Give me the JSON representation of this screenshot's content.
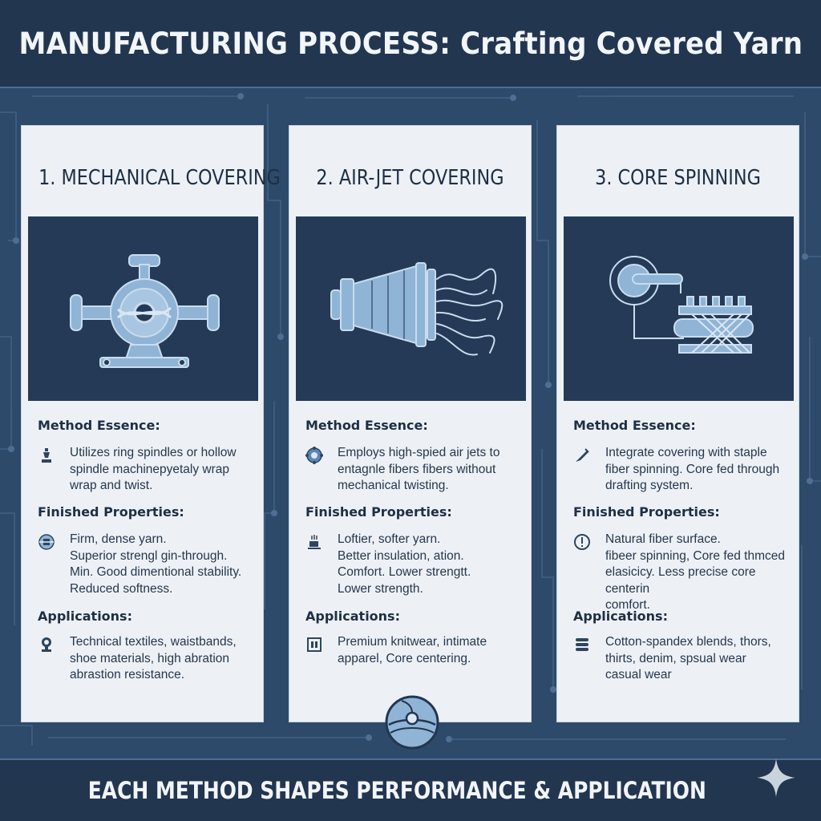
{
  "header": {
    "title": "MANUFACTURING PROCESS: Crafting Covered Yarn"
  },
  "methods": [
    {
      "title": "1. MECHANICAL COVERING",
      "illustration_icon": "spindle-machine-icon",
      "sections": [
        {
          "label": "Method Essence:",
          "icon": "spindle-icon",
          "text": "Utilizes ring spindles or hollow\nspindle machinepyetaly wrap\nwrap and twist."
        },
        {
          "label": "Finished Properties:",
          "icon": "yarn-bobbin-icon",
          "text": "Firm, dense yarn.\nSuperior strengl gin-through.\nMin. Good dimentional stability.\nReduced softness."
        },
        {
          "label": "Applications:",
          "icon": "trophy-icon",
          "text": "Technical textiles, waistbands,\nshoe materials, high abration\nabrastion resistance."
        }
      ]
    },
    {
      "title": "2. AIR-JET COVERING",
      "illustration_icon": "air-jet-nozzle-icon",
      "sections": [
        {
          "label": "Method Essence:",
          "icon": "air-jet-icon",
          "text": "Employs high-spied air jets to\nentagnle fibers fibers without\nmechanical twisting."
        },
        {
          "label": "Finished Properties:",
          "icon": "steam-cup-icon",
          "text": "Loftier, softer yarn.\nBetter insulation, ation.\nComfort. Lower strengtt.\nLower strength."
        },
        {
          "label": "Applications:",
          "icon": "knitwear-icon",
          "text": "Premium knitwear, intimate\napparel,  Core centering."
        }
      ]
    },
    {
      "title": "3. CORE SPINNING",
      "illustration_icon": "core-spinning-frame-icon",
      "sections": [
        {
          "label": "Method Essence:",
          "icon": "needle-icon",
          "text": "Integrate covering with staple\nfiber spinning. Core fed through\ndrafting system."
        },
        {
          "label": "Finished Properties:",
          "icon": "alert-circle-icon",
          "text": "Natural fiber surface.\nfibeer spinning, Core fed thmced\nelasicicy. Less precise core centerin\ncomfort."
        },
        {
          "label": "Applications:",
          "icon": "fabric-stack-icon",
          "text": "Cotton-spandex blends, thors,\nthirts, denim, spsual wear\ncasual wear"
        }
      ]
    }
  ],
  "footer": {
    "banner": "EACH METHOD SHAPES PERFORMANCE & APPLICATION"
  },
  "colors": {
    "background": "#2e4a6a",
    "banner": "#223650",
    "panel": "#edf1f6",
    "illustration_bg": "#243a56",
    "accent_blue": "#8fb4d6",
    "text_dark": "#1e2f44"
  }
}
